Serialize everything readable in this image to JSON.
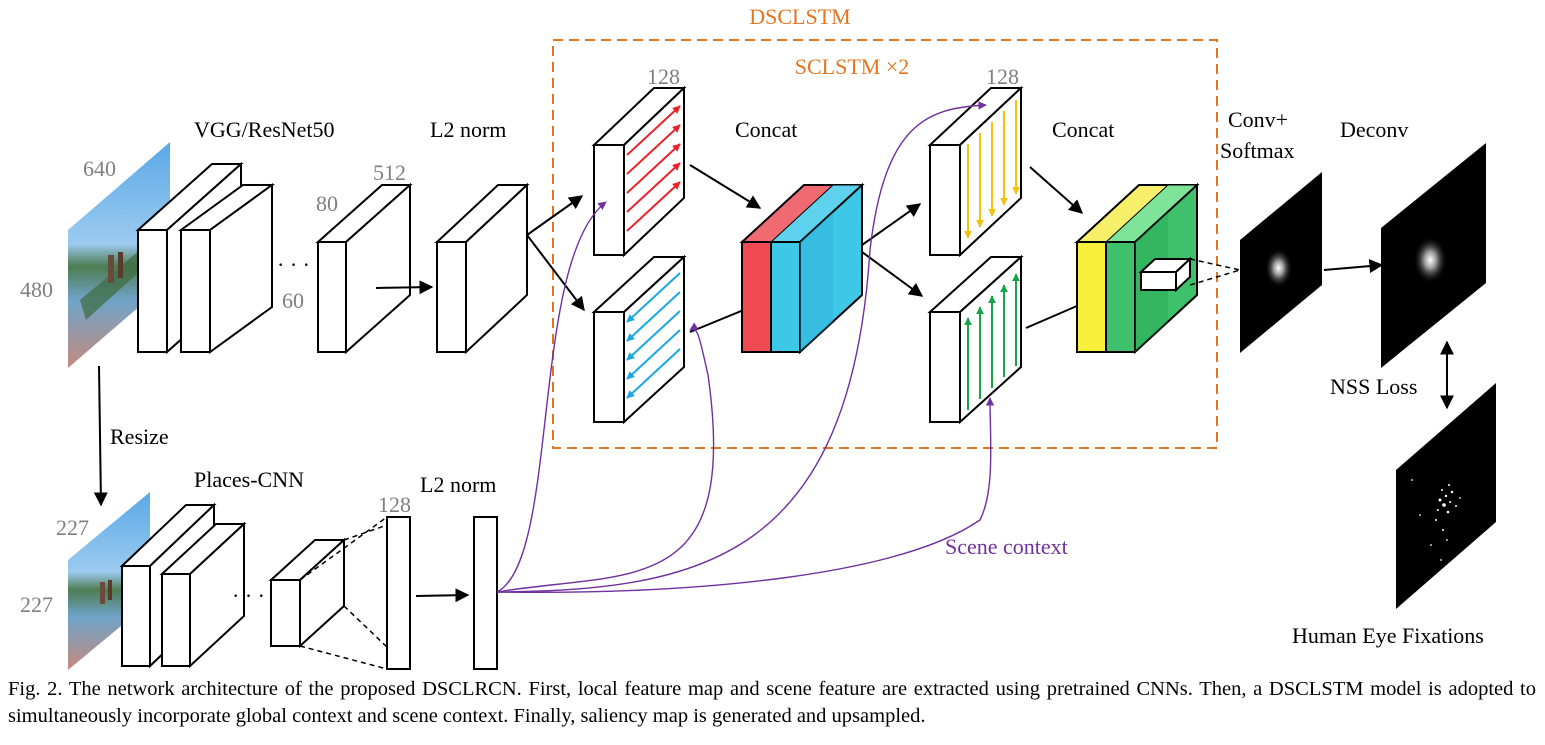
{
  "labels": {
    "vgg": "VGG/ResNet50",
    "l2norm_top": "L2 norm",
    "concat1": "Concat",
    "concat2": "Concat",
    "conv_softmax_1": "Conv+",
    "conv_softmax_2": "Softmax",
    "deconv": "Deconv",
    "dsclstm": "DSCLSTM",
    "sclstm": "SCLSTM ×2",
    "resize": "Resize",
    "places_cnn": "Places-CNN",
    "l2norm_bottom": "L2 norm",
    "scene_context": "Scene context",
    "nss_loss": "NSS Loss",
    "human_fixations": "Human Eye Fixations"
  },
  "dims": {
    "input_w": "640",
    "input_h": "480",
    "feat_c": "512",
    "feat_w": "80",
    "feat_h": "60",
    "lstm1_c": "128",
    "lstm2_c": "128",
    "scene_w": "227",
    "scene_h": "227",
    "places_c": "128"
  },
  "ellipsis": "· · ·",
  "caption": "Fig. 2. The network architecture of the proposed DSCLRCN. First, local feature map and scene feature are extracted using pretrained CNNs. Then, a DSCLSTM model is adopted to simultaneously incorporate global context and scene context. Finally, saliency map is generated and upsampled.",
  "colors": {
    "dsclstm_border": "#e3761c",
    "scene_context": "#7030a0",
    "red_lstm": "#e8242a",
    "blue_lstm": "#1aa7e0",
    "yellow_lstm": "#f4c20d",
    "green_lstm": "#17a34a",
    "concat1_red": "#f04a52",
    "concat1_cyan": "#3ec8e8",
    "concat2_yellow": "#f7ef3a",
    "concat2_green": "#3ec16a"
  }
}
